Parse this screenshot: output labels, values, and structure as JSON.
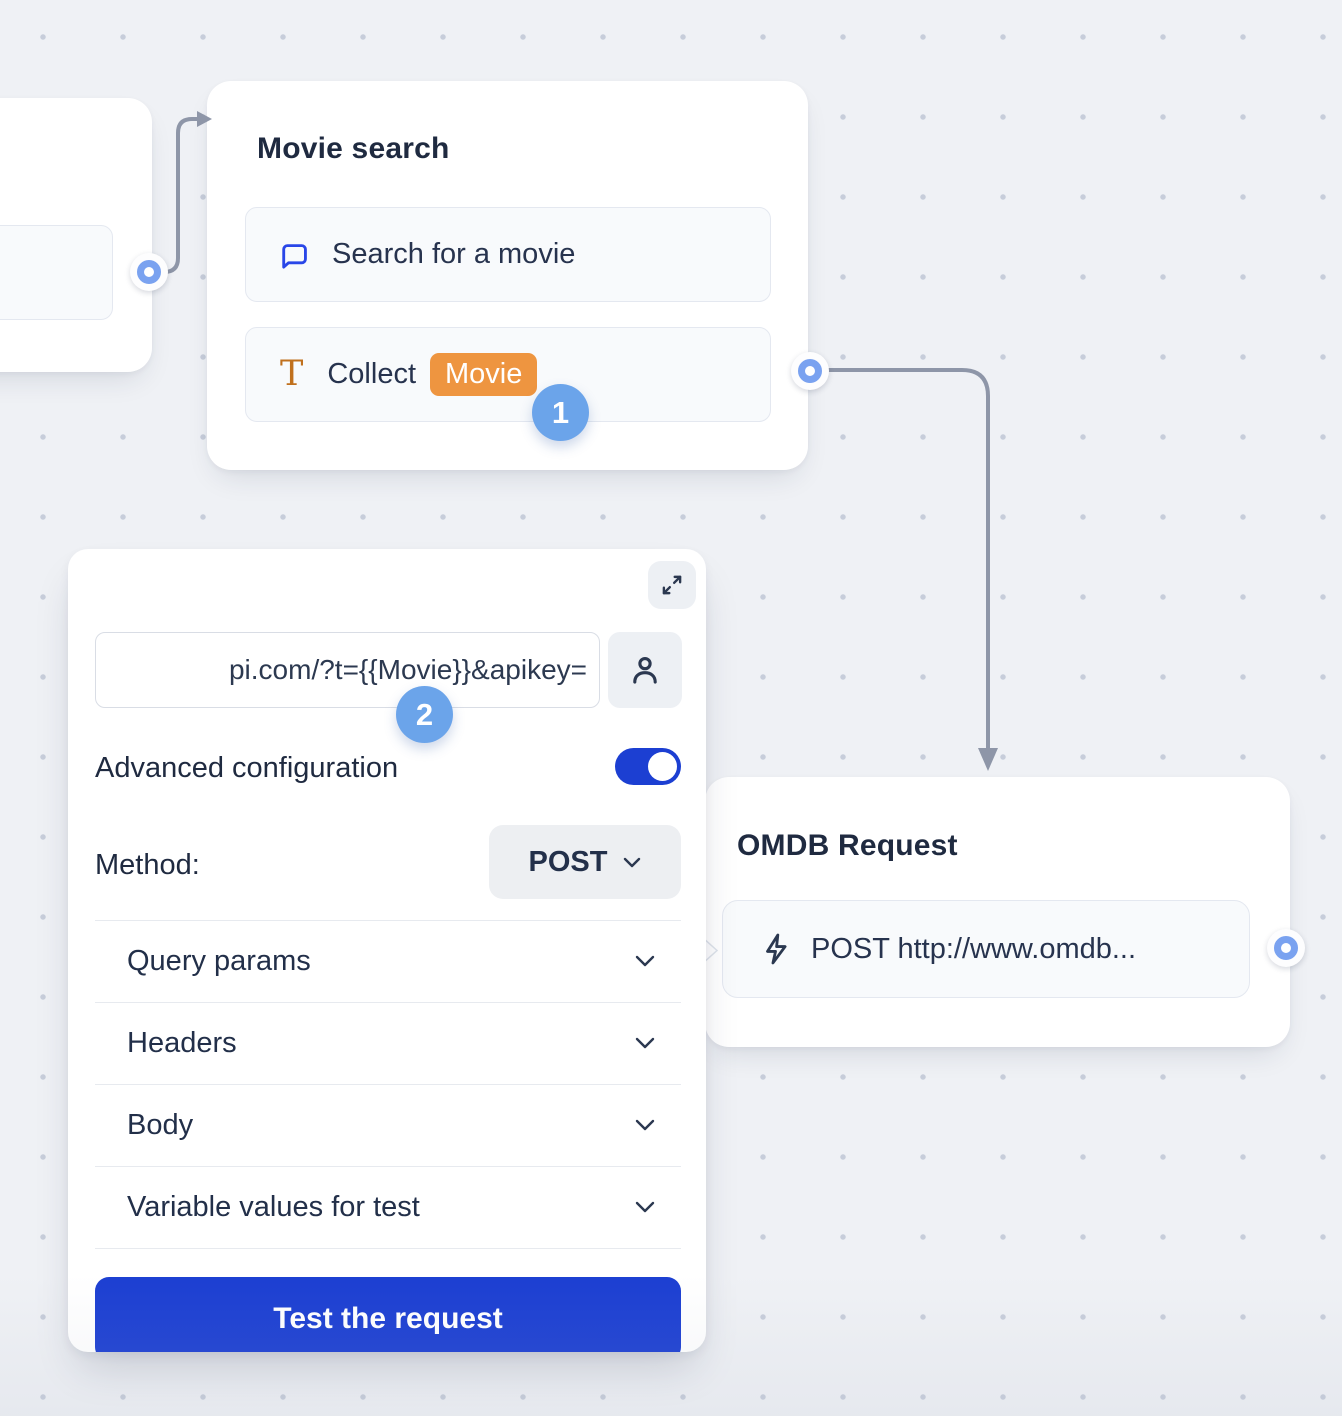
{
  "canvas": {
    "background": "#eff1f5",
    "dot_color": "#c7cdda"
  },
  "colors": {
    "accent_blue": "#1c3fd2",
    "annotation_badge_blue": "#6ba4ea",
    "variable_badge_orange": "#ee9540",
    "text_icon_orange": "#c0701d",
    "chat_icon_blue": "#2946e8",
    "connector_gray": "#8e96a8",
    "port_ring_blue": "#7aa2f0",
    "title_text": "#1f2a40",
    "body_text": "#27334e"
  },
  "movie_search_card": {
    "title": "Movie search",
    "items": [
      {
        "icon": "chat-bubble-icon",
        "label": "Search for a movie"
      },
      {
        "icon": "text-icon",
        "label": "Collect",
        "variable_badge": "Movie"
      }
    ]
  },
  "annotations": {
    "step1": "1",
    "step2": "2"
  },
  "config_panel": {
    "url_input": {
      "visible_value": "pi.com/?t={{Movie}}&apikey="
    },
    "advanced_configuration": {
      "label": "Advanced configuration",
      "enabled": true
    },
    "method": {
      "label": "Method:",
      "value": "POST"
    },
    "sections": [
      {
        "label": "Query params"
      },
      {
        "label": "Headers"
      },
      {
        "label": "Body"
      },
      {
        "label": "Variable values for test"
      }
    ],
    "test_button_label": "Test the request"
  },
  "omdb_card": {
    "title": "OMDB Request",
    "items": [
      {
        "icon": "lightning-icon",
        "label": "POST http://www.omdb..."
      }
    ]
  },
  "icons": {
    "text_icon_glyph": "T"
  }
}
